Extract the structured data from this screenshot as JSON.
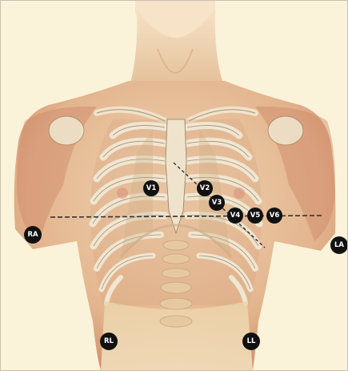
{
  "colors": {
    "background": "#fbf2da",
    "skin": "#e9c9a4",
    "skin_shadow": "#c98f6e",
    "muscle": "#c47a63",
    "rib": "#efe6d2",
    "rib_outline": "#a88e6e",
    "cartilage": "#cfae86",
    "electrode": "#111111",
    "guide_line": "#333333"
  },
  "electrodes": [
    {
      "id": "v1",
      "label": "V1"
    },
    {
      "id": "v2",
      "label": "V2"
    },
    {
      "id": "v3",
      "label": "V3"
    },
    {
      "id": "v4",
      "label": "V4"
    },
    {
      "id": "v5",
      "label": "V5"
    },
    {
      "id": "v6",
      "label": "V6"
    },
    {
      "id": "ra",
      "label": "RA"
    },
    {
      "id": "la",
      "label": "LA"
    },
    {
      "id": "rl",
      "label": "RL"
    },
    {
      "id": "ll",
      "label": "LL"
    }
  ]
}
